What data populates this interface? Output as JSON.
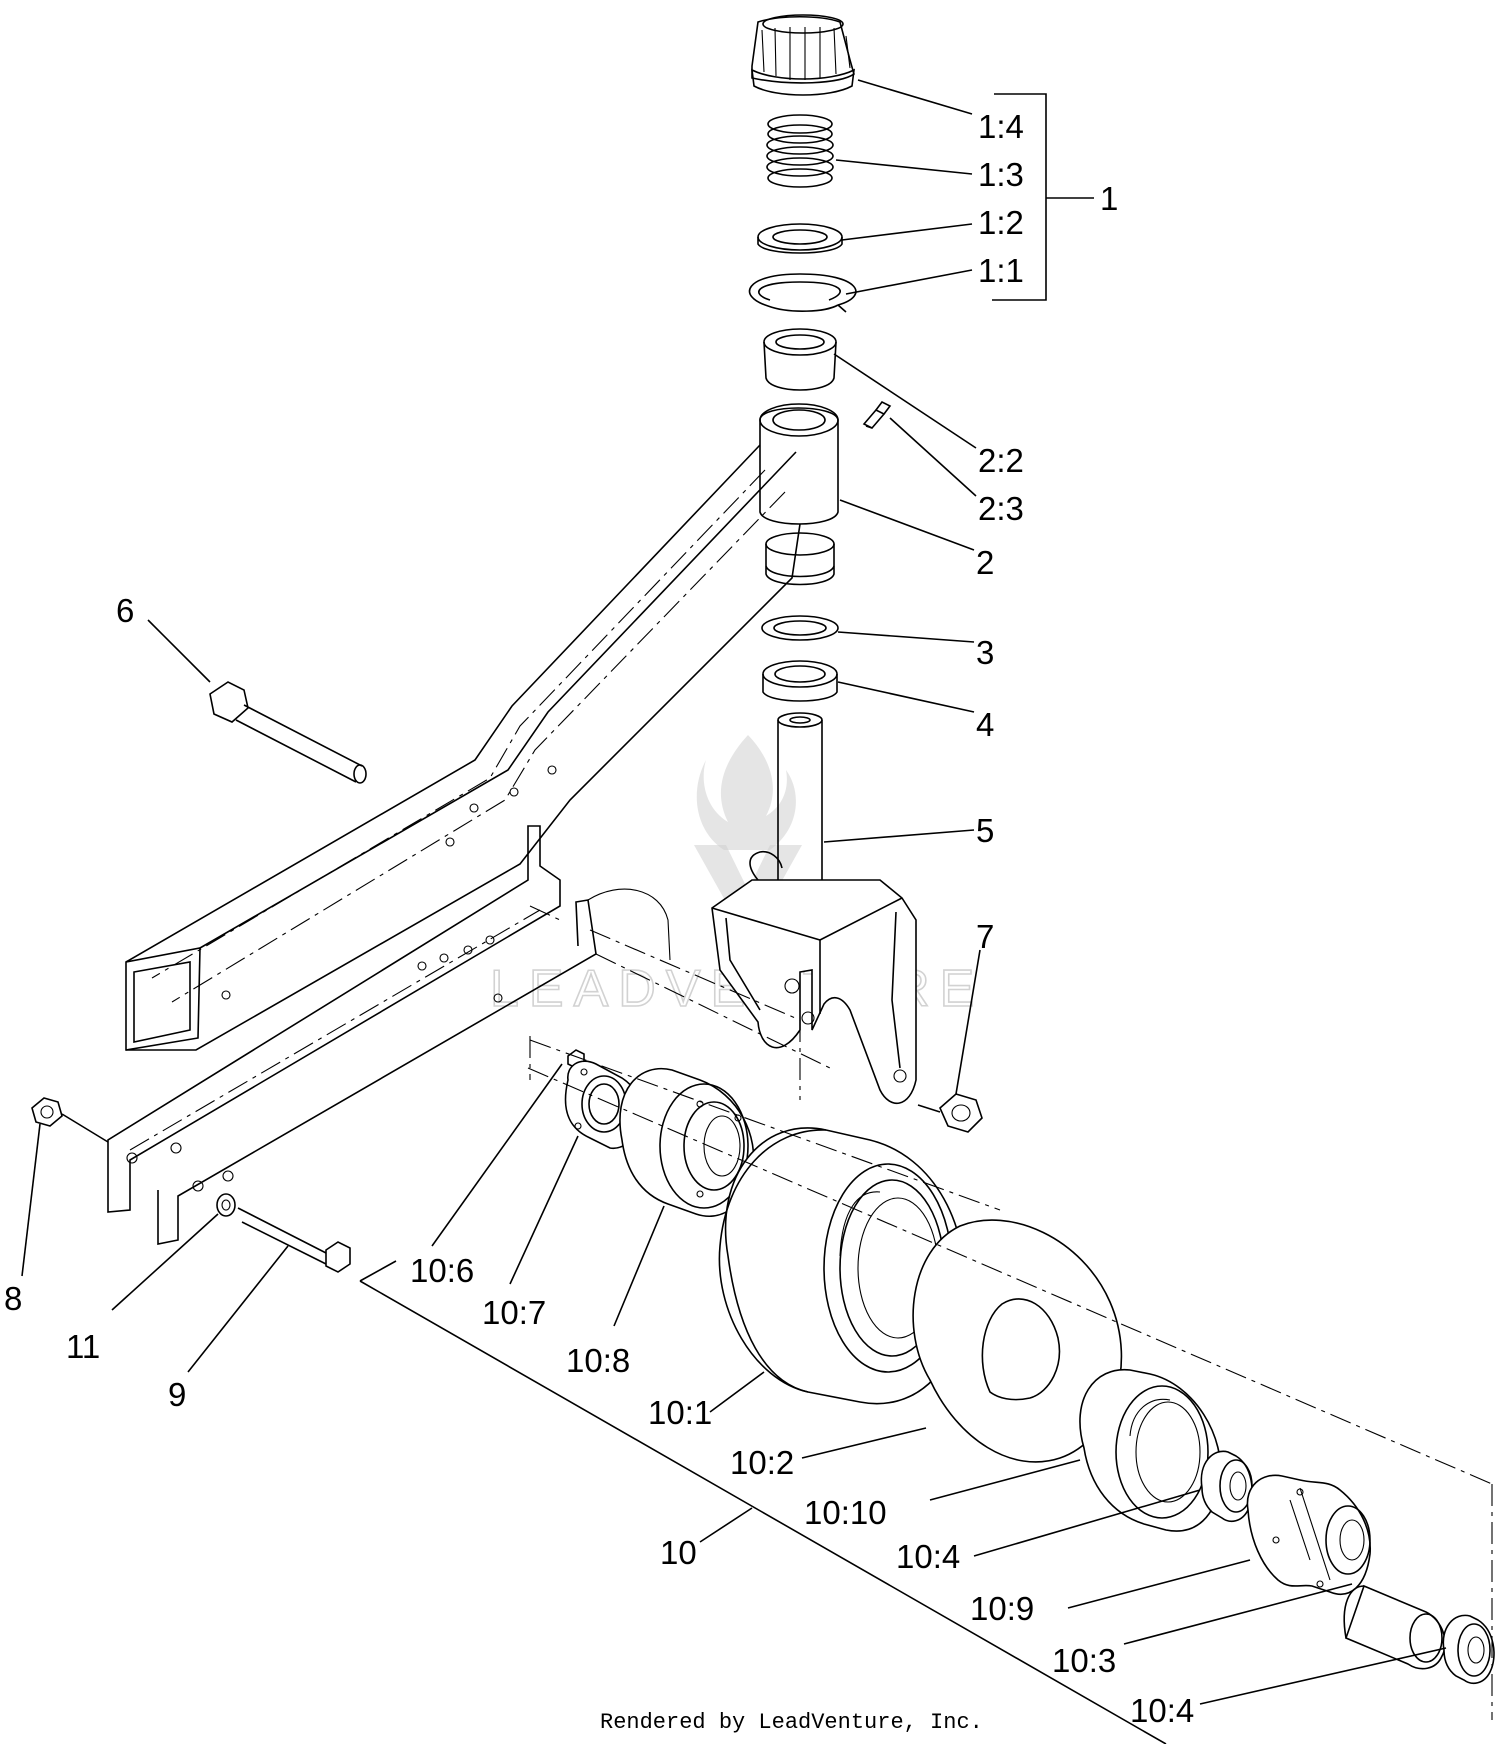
{
  "callouts": [
    {
      "id": "1:4",
      "label": "1:4"
    },
    {
      "id": "1:3",
      "label": "1:3"
    },
    {
      "id": "1:2",
      "label": "1:2"
    },
    {
      "id": "1:1",
      "label": "1:1"
    },
    {
      "id": "1",
      "label": "1"
    },
    {
      "id": "2:2",
      "label": "2:2"
    },
    {
      "id": "2:3",
      "label": "2:3"
    },
    {
      "id": "2",
      "label": "2"
    },
    {
      "id": "3",
      "label": "3"
    },
    {
      "id": "4",
      "label": "4"
    },
    {
      "id": "5",
      "label": "5"
    },
    {
      "id": "6",
      "label": "6"
    },
    {
      "id": "7",
      "label": "7"
    },
    {
      "id": "8",
      "label": "8"
    },
    {
      "id": "11",
      "label": "11"
    },
    {
      "id": "9",
      "label": "9"
    },
    {
      "id": "10:6",
      "label": "10:6"
    },
    {
      "id": "10:7",
      "label": "10:7"
    },
    {
      "id": "10:8",
      "label": "10:8"
    },
    {
      "id": "10:1",
      "label": "10:1"
    },
    {
      "id": "10:2",
      "label": "10:2"
    },
    {
      "id": "10:10",
      "label": "10:10"
    },
    {
      "id": "10:4a",
      "label": "10:4"
    },
    {
      "id": "10:9",
      "label": "10:9"
    },
    {
      "id": "10:3",
      "label": "10:3"
    },
    {
      "id": "10:4b",
      "label": "10:4"
    },
    {
      "id": "10",
      "label": "10"
    }
  ],
  "watermark": {
    "text": "LEADVENTURE"
  },
  "credit": "Rendered by LeadVenture, Inc."
}
